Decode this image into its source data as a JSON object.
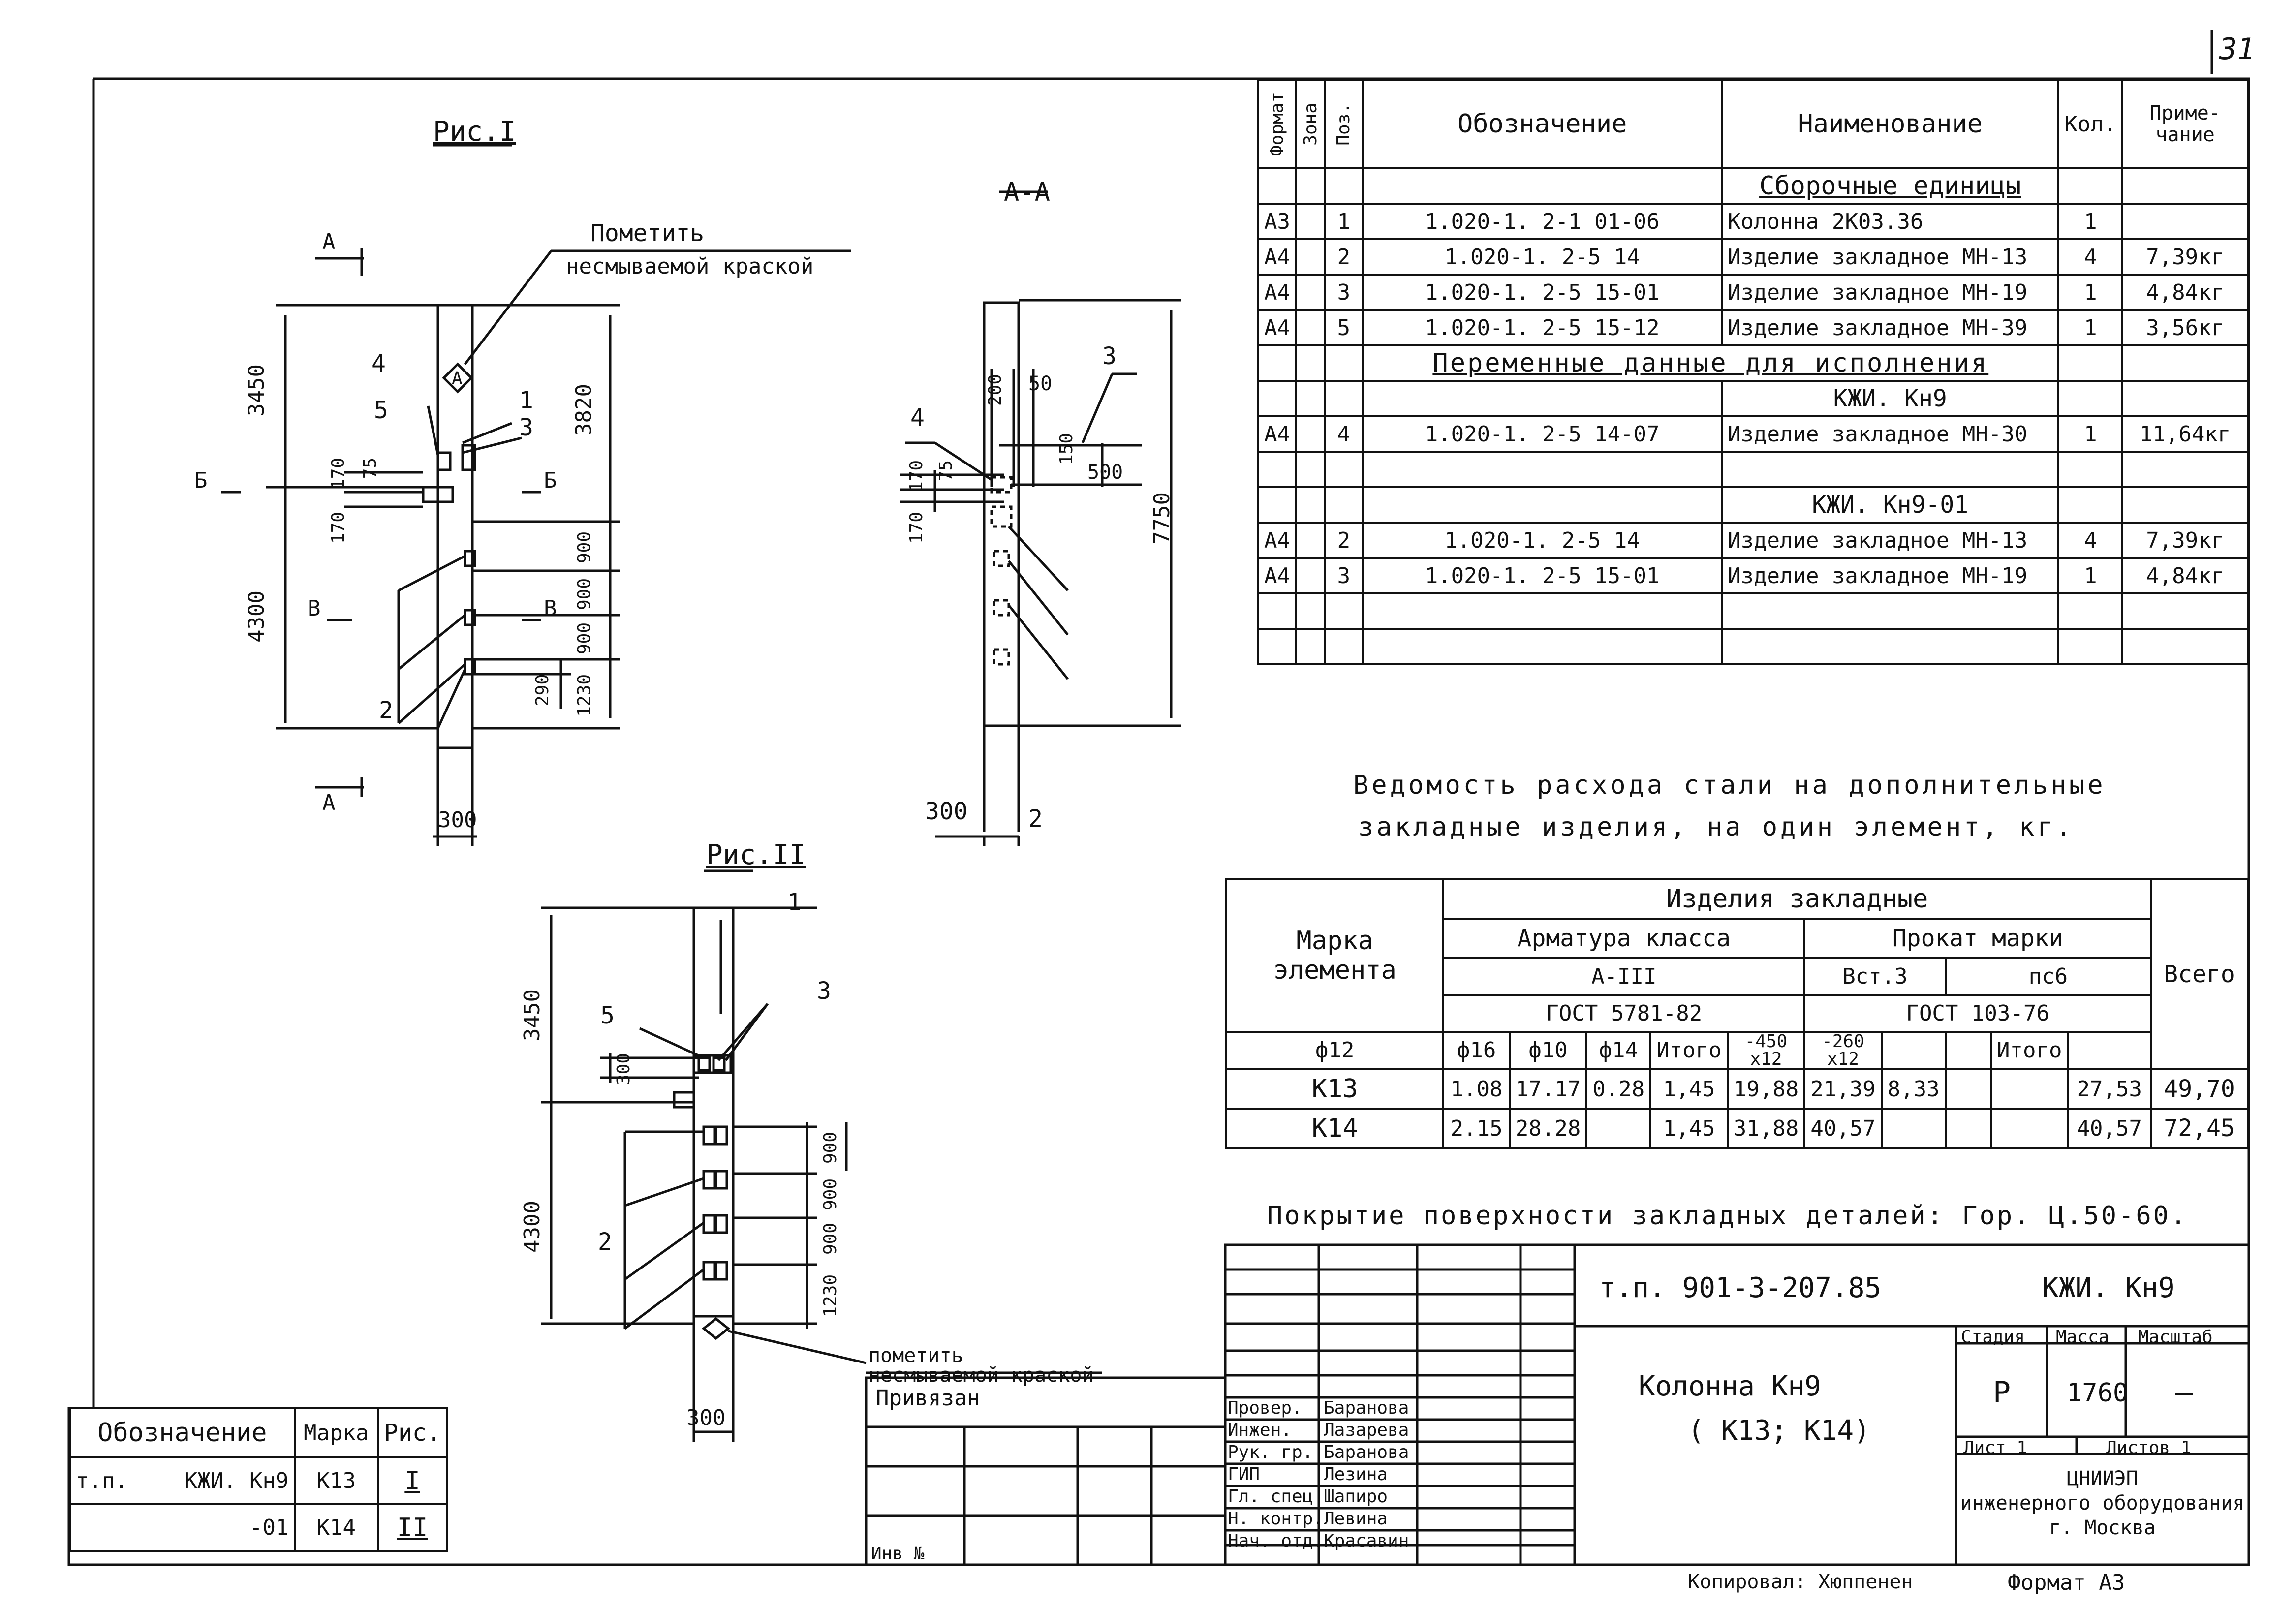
{
  "page_number": "31",
  "figure1": {
    "title": "Рис.I",
    "note_line1": "Пометить",
    "note_line2": "несмываемой краской",
    "section_a": "А",
    "section_b": "Б",
    "section_v": "В",
    "diamond": "А",
    "dims": {
      "d3450": "3450",
      "d4300": "4300",
      "d3820": "3820",
      "d170a": "170",
      "d75": "75",
      "d170b": "170",
      "d900a": "900",
      "d900b": "900",
      "d900c": "900",
      "d1230": "1230",
      "d290": "290",
      "d300": "300"
    },
    "callouts": {
      "c4": "4",
      "c5": "5",
      "c1": "1",
      "c3": "3",
      "c2": "2"
    }
  },
  "section_aa": {
    "title": "А-А",
    "dims": {
      "d200": "200",
      "d50": "50",
      "d150": "150",
      "d500": "500",
      "d170a": "170",
      "d75": "75",
      "d170b": "170",
      "d7750": "7750",
      "d300": "300"
    },
    "callouts": {
      "c4": "4",
      "c3": "3",
      "c2": "2"
    }
  },
  "figure2": {
    "title": "Рис.II",
    "note_line1": "пометить",
    "note_line2": "несмываемой краской",
    "dims": {
      "d3450": "3450",
      "d4300": "4300",
      "d300a": "300",
      "d900a": "900",
      "d900b": "900",
      "d900c": "900",
      "d1230": "1230",
      "d300b": "300"
    },
    "callouts": {
      "c1": "1",
      "c5": "5",
      "c3": "3",
      "c2": "2"
    }
  },
  "spec": {
    "headers": {
      "format": "Формат",
      "zone": "Зона",
      "pos": "Поз.",
      "designation": "Обозначение",
      "name": "Наименование",
      "qty": "Кол.",
      "note": "Приме-чание"
    },
    "rows": [
      {
        "format": "",
        "zone": "",
        "pos": "",
        "designation": "",
        "name": "Сборочные единицы",
        "qty": "",
        "note": "",
        "kind": "section"
      },
      {
        "format": "А3",
        "zone": "",
        "pos": "1",
        "designation": "1.020-1. 2-1   01-06",
        "name": "Колонна 2К03.36",
        "qty": "1",
        "note": ""
      },
      {
        "format": "А4",
        "zone": "",
        "pos": "2",
        "designation": "1.020-1. 2-5      14",
        "name": "Изделие закладное МН-13",
        "qty": "4",
        "note": "7,39кг"
      },
      {
        "format": "А4",
        "zone": "",
        "pos": "3",
        "designation": "1.020-1. 2-5   15-01",
        "name": "Изделие закладное МН-19",
        "qty": "1",
        "note": "4,84кг"
      },
      {
        "format": "А4",
        "zone": "",
        "pos": "5",
        "designation": "1.020-1. 2-5   15-12",
        "name": "Изделие закладное МН-39",
        "qty": "1",
        "note": "3,56кг"
      },
      {
        "format": "",
        "zone": "",
        "pos": "",
        "designation": "Переменные данные для исполнения",
        "name": "",
        "qty": "",
        "note": "",
        "kind": "span"
      },
      {
        "format": "",
        "zone": "",
        "pos": "",
        "designation": "",
        "name": "КЖИ. Кн9",
        "qty": "",
        "note": "",
        "kind": "sub"
      },
      {
        "format": "А4",
        "zone": "",
        "pos": "4",
        "designation": "1.020-1. 2-5   14-07",
        "name": "Изделие закладное МН-30",
        "qty": "1",
        "note": "11,64кг"
      },
      {
        "format": "",
        "zone": "",
        "pos": "",
        "designation": "",
        "name": "",
        "qty": "",
        "note": ""
      },
      {
        "format": "",
        "zone": "",
        "pos": "",
        "designation": "",
        "name": "КЖИ. Кн9-01",
        "qty": "",
        "note": "",
        "kind": "sub"
      },
      {
        "format": "А4",
        "zone": "",
        "pos": "2",
        "designation": "1.020-1. 2-5      14",
        "name": "Изделие закладное МН-13",
        "qty": "4",
        "note": "7,39кг"
      },
      {
        "format": "А4",
        "zone": "",
        "pos": "3",
        "designation": "1.020-1. 2-5   15-01",
        "name": "Изделие закладное МН-19",
        "qty": "1",
        "note": "4,84кг"
      },
      {
        "format": "",
        "zone": "",
        "pos": "",
        "designation": "",
        "name": "",
        "qty": "",
        "note": ""
      },
      {
        "format": "",
        "zone": "",
        "pos": "",
        "designation": "",
        "name": "",
        "qty": "",
        "note": ""
      }
    ]
  },
  "steel": {
    "caption_line1": "Ведомость расхода стали на дополнительные",
    "caption_line2": "закладные изделия, на один элемент, кг.",
    "h_products": "Изделия закладные",
    "h_mark": "Марка элемента",
    "h_rebar": "Арматура класса",
    "h_rebar_class": "А-III",
    "h_rebar_gost": "ГОСТ 5781-82",
    "h_rolled": "Прокат марки",
    "h_rolled_grade1": "Вст.3",
    "h_rolled_grade2": "пс6",
    "h_rolled_gost": "ГОСТ 103-76",
    "h_total": "Всего",
    "cols": [
      "ф12",
      "ф16",
      "ф10",
      "ф14",
      "Итого",
      "-450 x12",
      "-260 x12",
      "",
      "",
      "Итого"
    ],
    "rows": [
      {
        "mark": "К13",
        "v": [
          "1.08",
          "17.17",
          "0.28",
          "1,45",
          "19,88",
          "21,39",
          "8,33",
          "",
          "",
          "27,53"
        ],
        "total": "49,70"
      },
      {
        "mark": "К14",
        "v": [
          "2.15",
          "28.28",
          "",
          "1,45",
          "31,88",
          "40,57",
          "",
          "",
          "",
          "40,57"
        ],
        "total": "72,45"
      }
    ],
    "coating": "Покрытие поверхности закладных деталей: Гор. Ц.50-60."
  },
  "mark_table": {
    "headers": [
      "Обозначение",
      "Марка",
      "Рис."
    ],
    "rows": [
      {
        "designation_a": "т.п.",
        "designation_b": "КЖИ. Кн9",
        "mark": "К13",
        "fig": "I"
      },
      {
        "designation_a": "",
        "designation_b": "-01",
        "mark": "К14",
        "fig": "II"
      }
    ]
  },
  "title_block": {
    "doc_code": "т.п. 901-3-207.85",
    "doc_id": "КЖИ. Кн9",
    "item_name_line1": "Колонна Кн9",
    "item_name_line2": "( К13; К14)",
    "stage_h": "Стадия",
    "mass_h": "Масса",
    "scale_h": "Масштаб",
    "stage": "Р",
    "mass": "1760",
    "scale": "—",
    "sheet": "Лист 1",
    "sheets": "Листов 1",
    "org_line1": "ЦНИИЭП",
    "org_line2": "инженерного оборудования",
    "org_line3": "г. Москва",
    "signers": [
      {
        "role": "Провер.",
        "name": "Баранова"
      },
      {
        "role": "Инжен.",
        "name": "Лазарева"
      },
      {
        "role": "Рук. гр.",
        "name": "Баранова"
      },
      {
        "role": "ГИП",
        "name": "Лезина"
      },
      {
        "role": "Гл. спец",
        "name": "Шапиро"
      },
      {
        "role": "Н. контр.",
        "name": "Левина"
      },
      {
        "role": "Нач. отд.",
        "name": "Красавин"
      }
    ],
    "binding": "Привязан",
    "inv": "Инв №",
    "copied": "Копировал: Хюппенен",
    "format": "Формат А3"
  }
}
